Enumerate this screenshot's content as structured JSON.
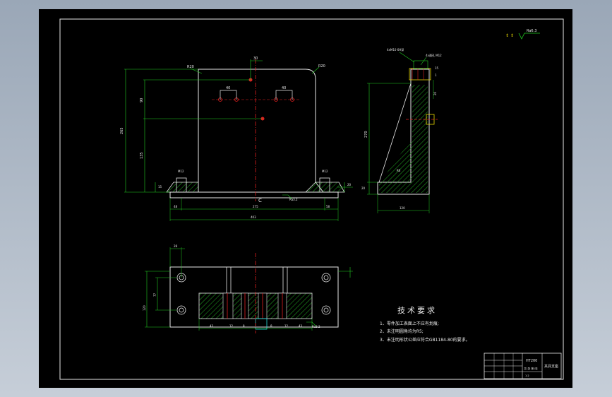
{
  "drawing": {
    "roughness_symbol": "Ra6.3",
    "view_section_label": "C",
    "dims_front": {
      "r_left": "R20",
      "r_right": "R20",
      "top_offset": "30",
      "hole_a": "40",
      "hole_b": "40",
      "height_total": "265",
      "height_upper": "90",
      "height_lower": "135",
      "base_thk": "15",
      "left_margin": "48",
      "center_span": "275",
      "right_margin": "58",
      "overall_width": "403",
      "base_left_label": "M12",
      "base_right_label": "M12",
      "base_right_dim": "20"
    },
    "dims_side": {
      "callout_top": "4xM10 6H深",
      "callout_right": "4x通孔 M12",
      "small_a": "15",
      "small_b": "1",
      "side_height": "270",
      "side_small": "20",
      "side_mid": "20",
      "slope_label": "R6",
      "base_width": "120"
    },
    "dims_plan": {
      "top_dim": "28",
      "left_dim1": "77",
      "left_dim2": "120",
      "roughness": "Ra3.2",
      "bottom_dims": [
        "43",
        "12",
        "8",
        "8",
        "12",
        "43"
      ]
    }
  },
  "tech_requirements": {
    "title": "技术要求",
    "items": [
      "1、零件加工表面上不应有划痕;",
      "2、未注明圆角均为R5;",
      "3、未注明形状公差应符合GB1184-80的要求。"
    ]
  },
  "title_block": {
    "material": "HT200",
    "part_name": "夹具支座",
    "sheet_info": "共1张 第1张",
    "scale": "1:2"
  }
}
